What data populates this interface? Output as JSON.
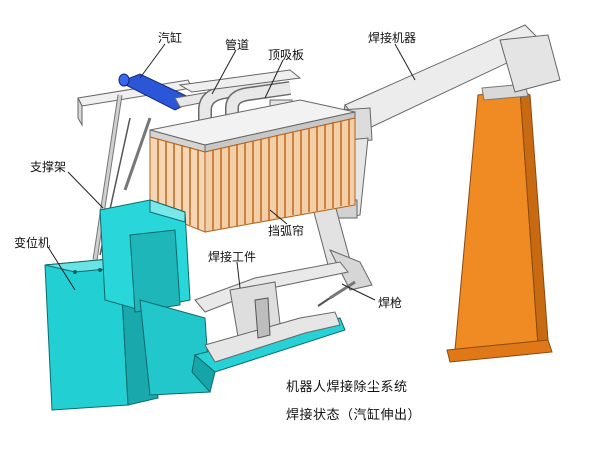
{
  "labels": {
    "cylinder": "汽缸",
    "pipe": "管道",
    "top_suction_plate": "顶吸板",
    "welding_robot": "焊接机器",
    "support_frame": "支撑架",
    "positioner": "变位机",
    "arc_curtain": "挡弧帘",
    "workpiece": "焊接工件",
    "welding_gun": "焊枪"
  },
  "caption": {
    "line1": "机器人焊接除尘系统",
    "line2": "焊接状态（汽缸伸出）"
  },
  "colors": {
    "positioner": "#22d3d6",
    "robot_base": "#f07d1a",
    "curtain": "#e08a3c",
    "cylinder": "#2b4fd6",
    "steel": "#e6e6e6"
  }
}
